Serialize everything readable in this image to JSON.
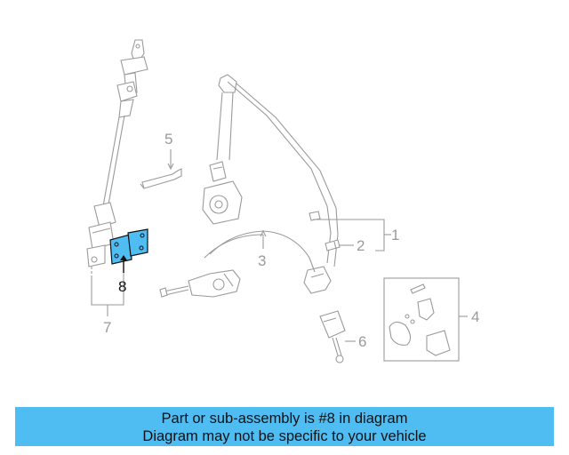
{
  "callouts": {
    "c1": "1",
    "c2": "2",
    "c3": "3",
    "c4": "4",
    "c5": "5",
    "c6": "6",
    "c7": "7",
    "c8": "8"
  },
  "highlighted_part": "8",
  "colors": {
    "highlight_fill": "#4fbdf2",
    "line_art": "#9a9a9a",
    "caption_bg": "#4fbdf2"
  },
  "caption": {
    "line1": "Part or sub-assembly is #8 in diagram",
    "line2": "Diagram may not be specific to your vehicle"
  }
}
